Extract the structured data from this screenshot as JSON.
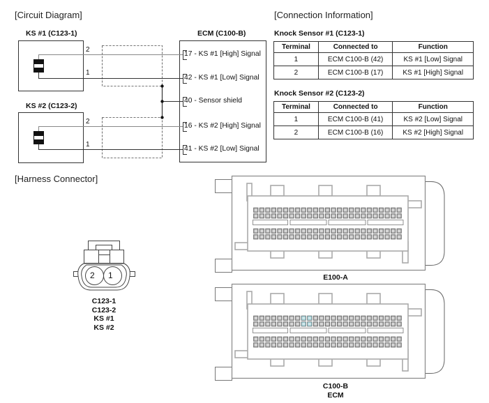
{
  "circuit": {
    "title": "[Circuit Diagram]",
    "ks1": {
      "label": "KS #1 (C123-1)",
      "pin_upper": "2",
      "pin_lower": "1"
    },
    "ks2": {
      "label": "KS #2 (C123-2)",
      "pin_upper": "2",
      "pin_lower": "1"
    },
    "ecm": {
      "label": "ECM (C100-B)",
      "pins": [
        {
          "text": "17 - KS #1 [High] Signal"
        },
        {
          "text": "42 - KS #1 [Low] Signal"
        },
        {
          "text": "40 - Sensor shield"
        },
        {
          "text": "16 - KS #2 [High] Signal"
        },
        {
          "text": "41 - KS #2 [Low] Signal"
        }
      ]
    }
  },
  "connection": {
    "title": "[Connection Information]",
    "headers": [
      "Terminal",
      "Connected to",
      "Function"
    ],
    "tables": [
      {
        "title": "Knock Sensor #1 (C123-1)",
        "rows": [
          [
            "1",
            "ECM C100-B (42)",
            "KS #1 [Low] Signal"
          ],
          [
            "2",
            "ECM C100-B (17)",
            "KS #1 [High] Signal"
          ]
        ]
      },
      {
        "title": "Knock Sensor #2 (C123-2)",
        "rows": [
          [
            "1",
            "ECM C100-B (41)",
            "KS #2 [Low] Signal"
          ],
          [
            "2",
            "ECM C100-B (16)",
            "KS #2 [High] Signal"
          ]
        ]
      }
    ]
  },
  "harness": {
    "title": "[Harness Connector]",
    "c123": {
      "pins": [
        "2",
        "1"
      ],
      "labels": [
        "C123-1",
        "C123-2",
        "KS #1",
        "KS #2"
      ]
    },
    "e100a": {
      "label": "E100-A",
      "highlighted": []
    },
    "c100b": {
      "labels": [
        "C100-B",
        "ECM"
      ],
      "highlighted": [
        16,
        17,
        41,
        42
      ]
    }
  },
  "colors": {
    "wire_gray": "#888888",
    "wire_dark": "#333333",
    "pin_highlight": "#8fc4cc"
  }
}
